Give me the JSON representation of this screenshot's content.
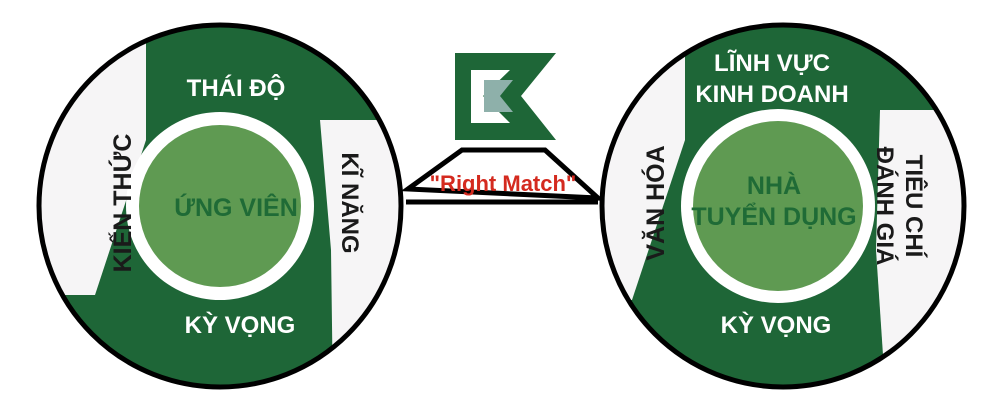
{
  "colors": {
    "dark_green": "#1e6637",
    "light_green": "#5f9a52",
    "inner_text": "#1f6b36",
    "segment_bg": "#f6f5f6",
    "outline": "#000000",
    "accent_red": "#d42a1f",
    "logo_teal": "#8eb0aa",
    "white": "#ffffff"
  },
  "candidate": {
    "center_label": "ỨNG VIÊN",
    "top_label": "THÁI ĐỘ",
    "right_label": "KĨ NĂNG",
    "bottom_label": "KỲ VỌNG",
    "left_label": "KIẾN THỨC"
  },
  "employer": {
    "center_line1": "NHÀ",
    "center_line2": "TUYỂN DỤNG",
    "top_line1": "LĨNH VỰC",
    "top_line2": "KINH DOANH",
    "right_line1": "TIÊU CHÍ",
    "right_line2": "ĐÁNH GIÁ",
    "bottom_label": "KỲ VỌNG",
    "left_label": "VĂN HÓA"
  },
  "connector": {
    "label": "\"Right Match\"",
    "logo_icon": "flag-logo-icon"
  }
}
